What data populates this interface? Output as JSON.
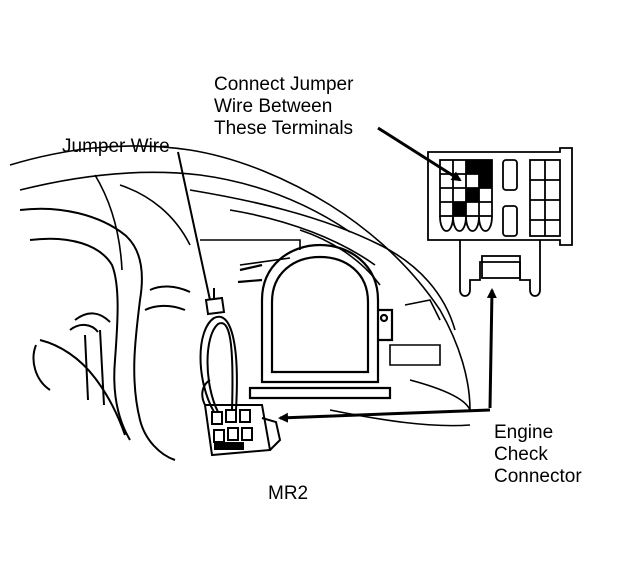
{
  "labels": {
    "connect_line1": "Connect Jumper",
    "connect_line2": "Wire Between",
    "connect_line3": "These Terminals",
    "jumper_wire": "Jumper Wire",
    "engine_line1": "Engine",
    "engine_line2": "Check",
    "engine_line3": "Connector",
    "model": "MR2"
  },
  "colors": {
    "ink": "#000000",
    "paper": "#ffffff"
  }
}
